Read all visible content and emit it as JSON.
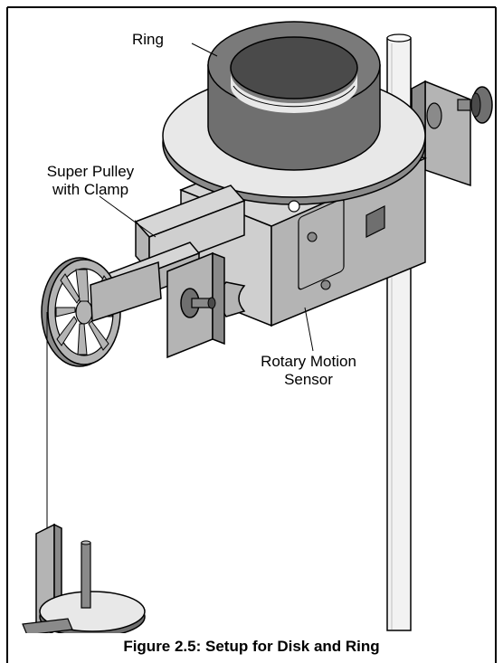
{
  "labels": {
    "ring": "Ring",
    "super_pulley_line1": "Super Pulley",
    "super_pulley_line2": "with Clamp",
    "rotary_sensor_line1": "Rotary Motion",
    "rotary_sensor_line2": "Sensor"
  },
  "caption": "Figure 2.5: Setup for Disk and Ring",
  "colors": {
    "outline": "#000000",
    "ring": "#6f6f6f",
    "ring_dark": "#4a4a4a",
    "disk": "#e8e8e8",
    "metal": "#b4b4b4",
    "metal_light": "#cfcfcf",
    "metal_dark": "#8a8a8a",
    "rod": "#f2f2f2"
  }
}
